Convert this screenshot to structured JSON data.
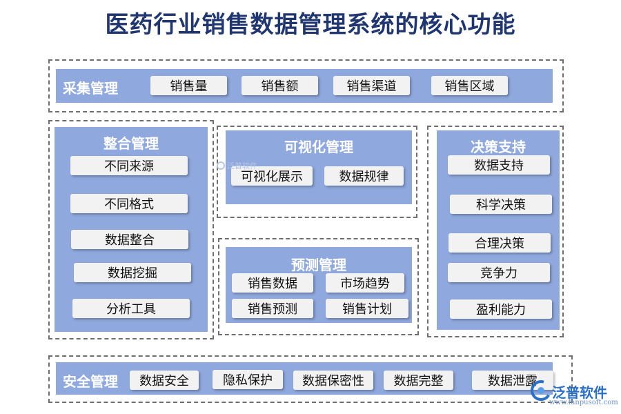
{
  "title": "医药行业销售数据管理系统的核心功能",
  "sections": {
    "collect": {
      "title": "采集管理",
      "items": [
        "销售量",
        "销售额",
        "销售渠道",
        "销售区域"
      ]
    },
    "integrate": {
      "title": "整合管理",
      "items": [
        "不同来源",
        "不同格式",
        "数据整合",
        "数据挖掘",
        "分析工具"
      ]
    },
    "visual": {
      "title": "可视化管理",
      "items": [
        "可视化展示",
        "数据规律"
      ]
    },
    "forecast": {
      "title": "预测管理",
      "items": [
        "销售数据",
        "市场趋势",
        "销售预测",
        "销售计划"
      ]
    },
    "decision": {
      "title": "决策支持",
      "items": [
        "数据支持",
        "科学决策",
        "合理决策",
        "竞争力",
        "盈利能力"
      ]
    },
    "security": {
      "title": "安全管理",
      "items": [
        "数据安全",
        "隐私保护",
        "数据保密性",
        "数据完整",
        "数据泄露"
      ]
    }
  },
  "watermark": "泛普软件",
  "logo": {
    "name": "泛普软件",
    "url": "www.fanpusoft.com"
  },
  "colors": {
    "title": "#1f3670",
    "panel": "#8fa8dd",
    "pill": "#f2f2f2",
    "frame": "#6e6e6e",
    "logo": "#2a6fc9"
  }
}
